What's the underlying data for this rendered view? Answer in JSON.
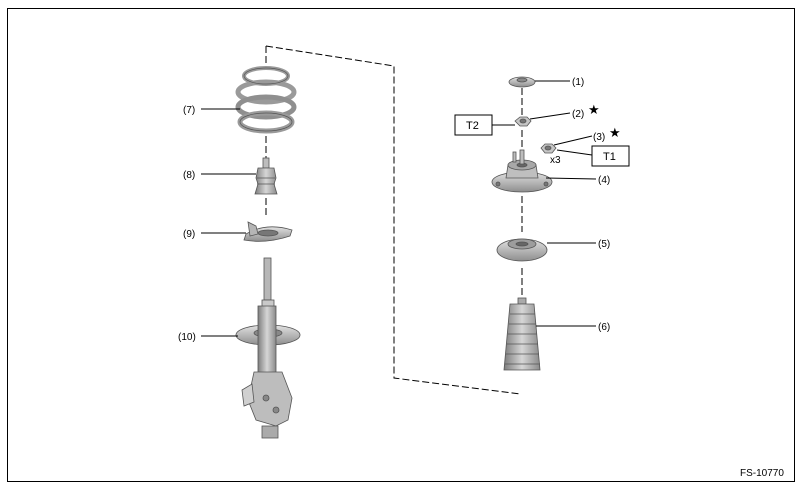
{
  "figure_code": "FS-10770",
  "part_labels": [
    "(1)",
    "(2)",
    "(3)",
    "(4)",
    "(5)",
    "(6)",
    "(7)",
    "(8)",
    "(9)",
    "(10)"
  ],
  "torque_labels": {
    "t1": "T1",
    "t2": "T2"
  },
  "quantity_label": "x3",
  "star_symbol": "★"
}
